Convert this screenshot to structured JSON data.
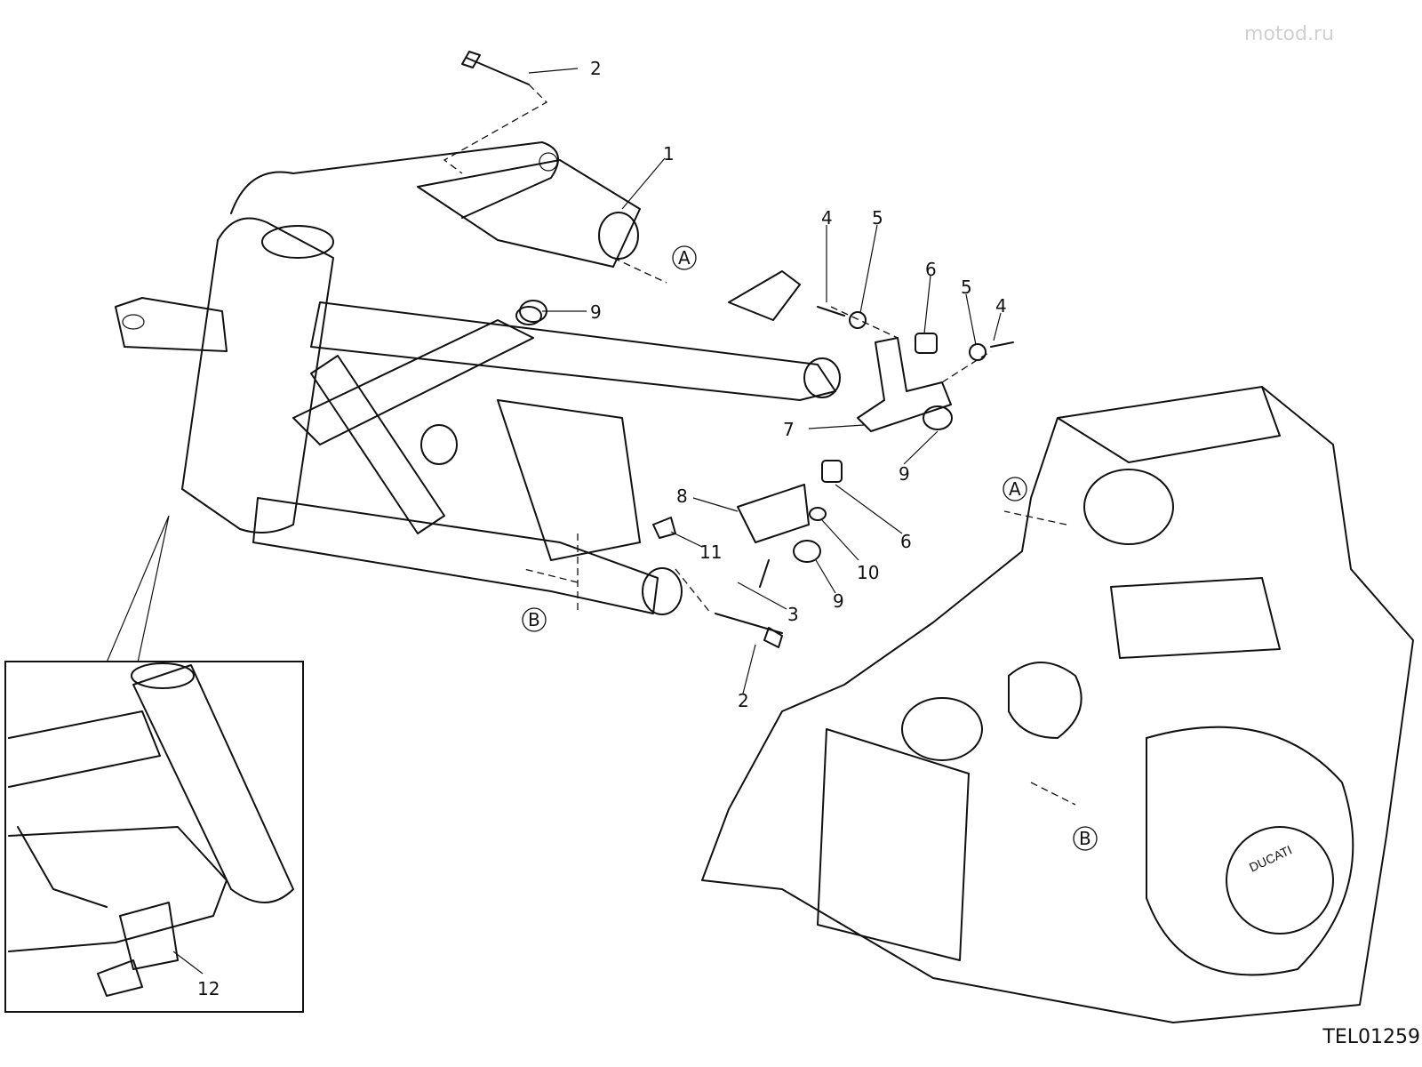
{
  "watermark": "motod.ru",
  "drawing_code": "TEL01259",
  "callouts": {
    "c1": "1",
    "c2a": "2",
    "c2b": "2",
    "c3": "3",
    "c4a": "4",
    "c4b": "4",
    "c5a": "5",
    "c5b": "5",
    "c6a": "6",
    "c6b": "6",
    "c7": "7",
    "c8": "8",
    "c9a": "9",
    "c9b": "9",
    "c9c": "9",
    "c10": "10",
    "c11": "11",
    "c12": "12"
  },
  "refs": {
    "a1": "A",
    "a2": "A",
    "b1": "B",
    "b2": "B"
  },
  "brand_on_engine": "DUCATI"
}
